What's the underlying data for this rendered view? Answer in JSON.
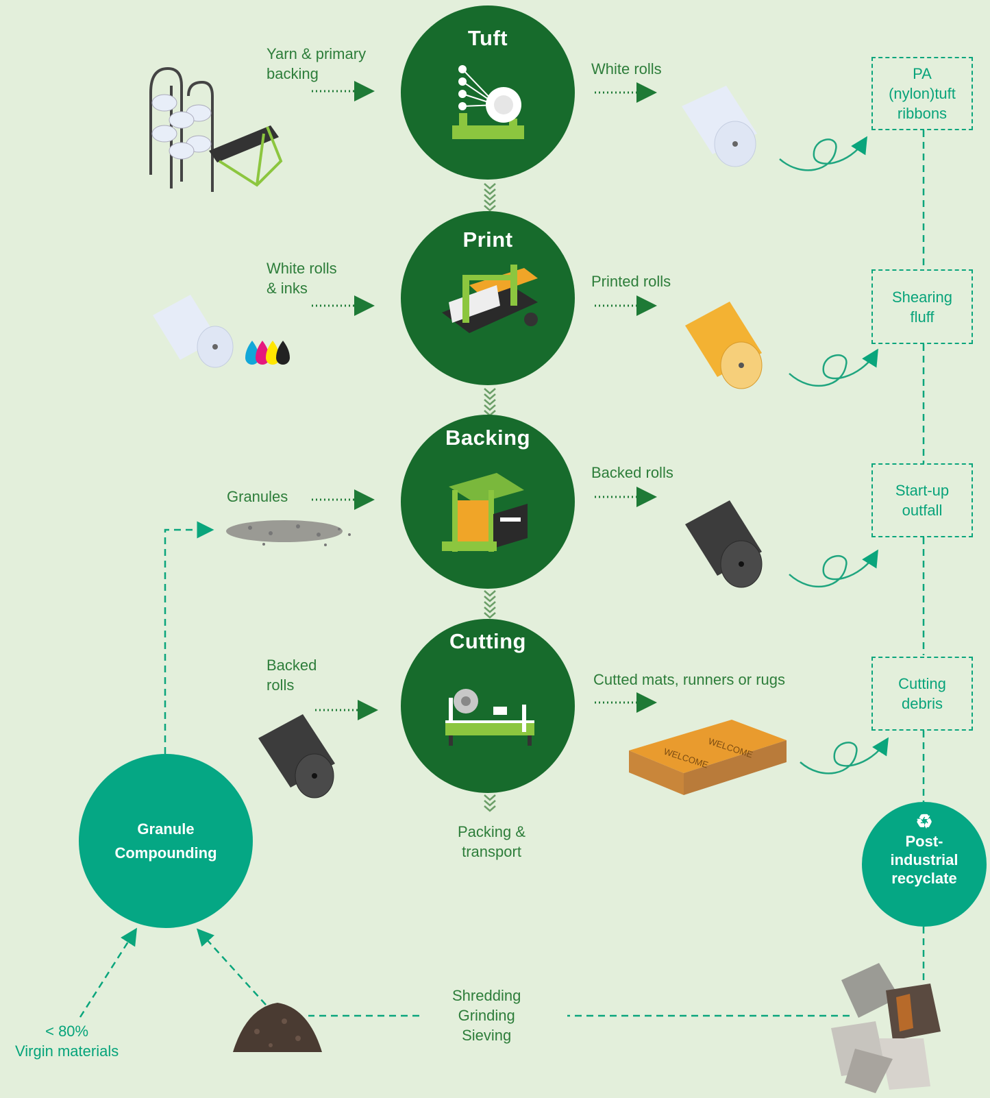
{
  "stages": [
    {
      "title": "Tuft",
      "input": "Yarn & primary\nbacking",
      "output": "White rolls"
    },
    {
      "title": "Print",
      "input": "White rolls\n& inks",
      "output": "Printed rolls"
    },
    {
      "title": "Backing",
      "input": "Granules",
      "output": "Backed rolls"
    },
    {
      "title": "Cutting",
      "input": "Backed\nrolls",
      "output": "Cutted mats, runners or rugs"
    }
  ],
  "waste_boxes": [
    "PA\n(nylon)tuft\nribbons",
    "Shearing\nfluff",
    "Start-up\noutfall",
    "Cutting\ndebris"
  ],
  "packing": "Packing &\ntransport",
  "granule": "Granule\nCompounding",
  "post": "Post-\nindustrial\nrecyclate",
  "processing": "Shredding\nGrinding\nSieving",
  "virgin": "< 80%\nVirgin materials",
  "pallet_text": "WELCOME",
  "colors": {
    "background": "#e3efdb",
    "stage": "#176b2c",
    "accent": "#05a784",
    "label": "#2d7d3a"
  }
}
